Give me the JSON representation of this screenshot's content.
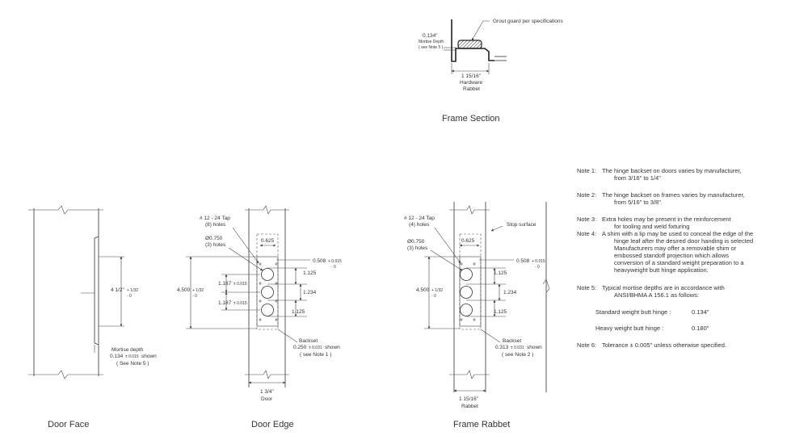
{
  "frame_section": {
    "grout_label": "Grout guard per specifications",
    "mortise_value": "0.134\"",
    "mortise_label": "Mortise Depth",
    "mortise_note": "( see Note 5 )",
    "rabbet_value": "1 15/16\"",
    "rabbet_label1": "Hardware",
    "rabbet_label2": "Rabbet",
    "caption": "Frame Section"
  },
  "door_face": {
    "dim_value": "4 1/2\"",
    "dim_tol_plus": "+ 1/32",
    "dim_tol_minus": "- 0",
    "mortise_label": "Mortise depth",
    "mortise_value": "0.134",
    "mortise_tol": "± 0.015",
    "mortise_shown": "shown",
    "mortise_note": "( See Note 5 )",
    "caption": "Door Face"
  },
  "door_edge": {
    "tap_label1": "# 12 - 24 Tap",
    "tap_label2": "(8) holes",
    "hole_label1": "Ø0.750",
    "hole_label2": "(3) holes",
    "width_top": "0.625",
    "right_offset": "0.508",
    "right_offset_tol_plus": "+ 0.015",
    "right_offset_tol_minus": "- 0",
    "spacing1": "1.125",
    "spacing_mid": "1.234",
    "spacing2": "1.125",
    "left_pitch1": "1.187",
    "left_pitch2": "1.187",
    "left_pitch_tol": "± 0.015",
    "overall": "4.500",
    "overall_tol_plus": "+ 1/32",
    "overall_tol_minus": "- 0",
    "backset_label": "Backset",
    "backset_value": "0.250",
    "backset_tol": "± 0.031",
    "backset_shown": "shown",
    "backset_note": "( see Note 1 )",
    "thickness": "1 3/4\"",
    "thickness_label": "Door",
    "caption": "Door Edge"
  },
  "frame_rabbet": {
    "tap_label1": "# 12 - 24 Tap",
    "tap_label2": "(4) holes",
    "hole_label1": "Ø0.750",
    "hole_label2": "(3) holes",
    "stop_label": "Stop surface",
    "width_top": "0.625",
    "right_offset": "0.508",
    "right_offset_tol_plus": "+ 0.015",
    "right_offset_tol_minus": "- 0",
    "spacing1": "1.125",
    "spacing_mid": "1.234",
    "spacing2": "1.125",
    "overall": "4.500",
    "overall_tol_plus": "+ 1/32",
    "overall_tol_minus": "- 0",
    "backset_label": "Backset",
    "backset_value": "0.313",
    "backset_tol": "± 0.031",
    "backset_shown": "shown",
    "backset_note": "( see Note 2 )",
    "rabbet_value": "1 15/16\"",
    "rabbet_label": "Rabbet",
    "caption": "Frame Rabbet"
  },
  "notes": [
    {
      "label": "Note 1:",
      "lines": [
        "The hinge backset on doors varies  by manufacturer,",
        "from 3/16\" to 1/4\""
      ]
    },
    {
      "label": "Note 2:",
      "lines": [
        "The hinge backset on frames varies by manufacturer,",
        "from 5/16\" to 3/8\"."
      ]
    },
    {
      "label": "Note 3:",
      "lines": [
        "Extra holes may be present in the reinforcement",
        "for tooling and weld fixturing"
      ]
    },
    {
      "label": "Note 4:",
      "lines": [
        " A shim with a lip may be used to conceal the edge of the",
        "hinge leaf after the desired door handing is selected",
        "Manufacturers may offer a removable shim or",
        "embossed standoff projection which allows",
        "conversion of a standard weight preparation to a",
        "heavyweight butt hinge application."
      ]
    },
    {
      "label": "Note 5:",
      "lines": [
        "Typical mortise depths are in accordance with",
        "ANSI/BHMA A 156.1 as follows:"
      ]
    },
    {
      "label": "Note 6:",
      "lines": [
        "Tolerance ± 0.005\" unless otherwise specified."
      ]
    }
  ],
  "mortise_table": [
    {
      "label": "Standard weight butt hinge :",
      "value": "0.134\""
    },
    {
      "label": "Heavy weight butt hinge :",
      "value": "0.180\""
    }
  ]
}
